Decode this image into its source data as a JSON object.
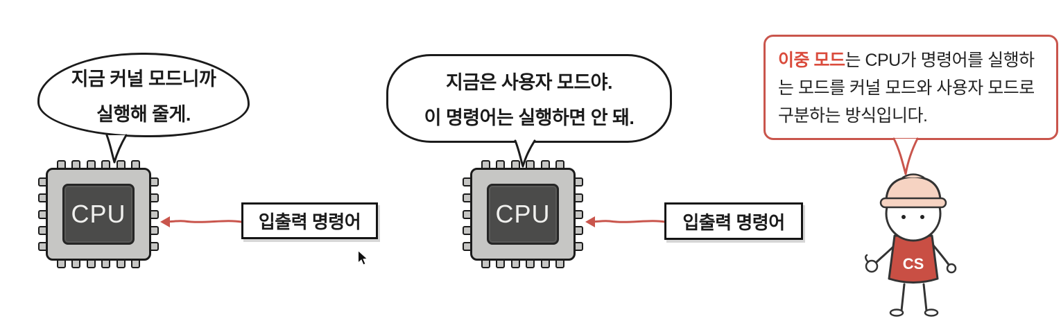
{
  "scene": {
    "kernel_panel": {
      "bubble_lines": [
        "지금 커널 모드니까",
        "실행해 줄게."
      ],
      "cpu_label": "CPU",
      "instruction_label": "입출력 명령어"
    },
    "user_panel": {
      "bubble_lines": [
        "지금은 사용자 모드야.",
        "이 명령어는 실행하면 안 돼."
      ],
      "cpu_label": "CPU",
      "instruction_label": "입출력 명령어"
    },
    "narrator": {
      "highlight": "이중 모드",
      "sentence_rest": "는 CPU가 명령어를 실행하는 모드를 커널 모드와 사용자 모드로 구분하는 방식입니다.",
      "badge": "CS"
    },
    "icons": {
      "cursor": "mouse-arrow-pointer",
      "character": "cs-engineer-with-hard-hat"
    },
    "colors": {
      "accent_red": "#c9554c",
      "highlight_red": "#da4b3c",
      "ink": "#1b1b1b",
      "chip_gray": "#c6c6c4",
      "die_gray": "#4b4b4a",
      "helmet_peach": "#f6d3c2",
      "body_red": "#c94f44",
      "background": "#ffffff"
    }
  }
}
